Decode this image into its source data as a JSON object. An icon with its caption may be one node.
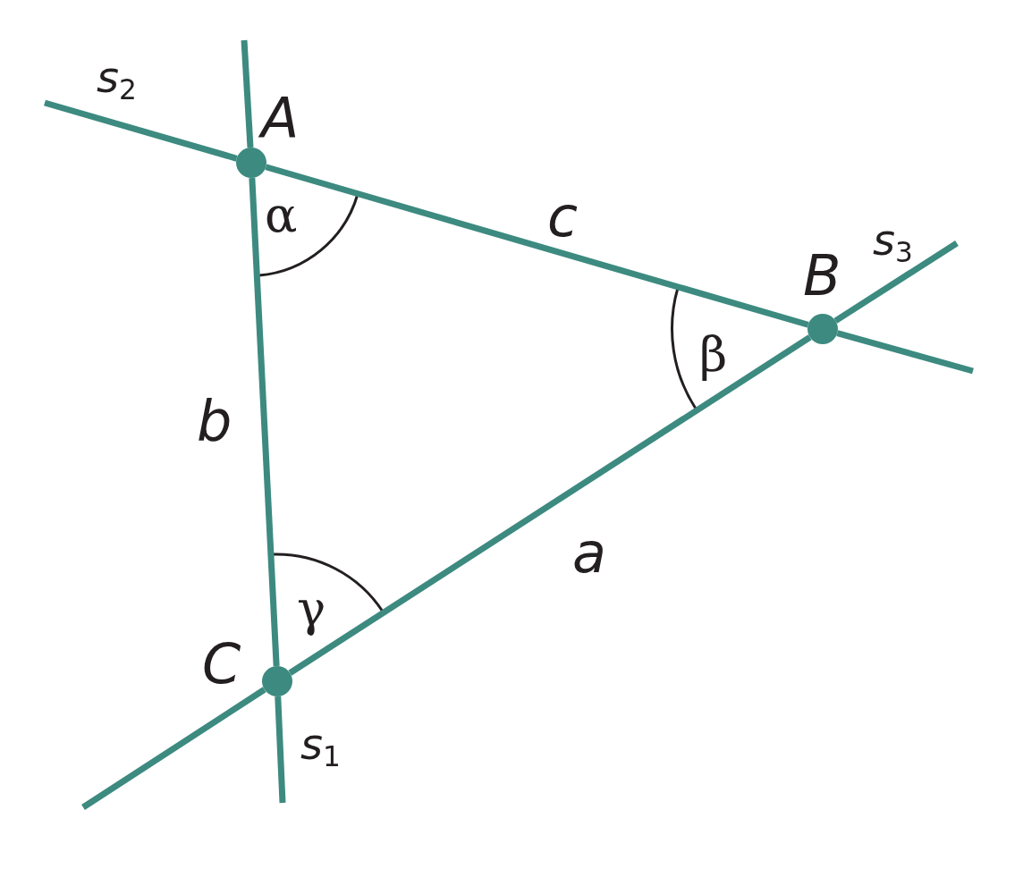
{
  "diagram": {
    "nodes": [
      {
        "text": [],
        "shape": "circle",
        "beside": [
          "A"
        ]
      },
      {
        "text": [],
        "shape": "circle",
        "beside": [
          "B"
        ]
      },
      {
        "text": [],
        "shape": "circle",
        "beside": [
          "C"
        ]
      }
    ],
    "edges": [
      {
        "from": 0,
        "to": 1,
        "arrow": "none",
        "label": "c"
      },
      {
        "from": 0,
        "to": 2,
        "arrow": "none",
        "label": "b"
      },
      {
        "from": 2,
        "to": 1,
        "arrow": "none",
        "label": "a"
      },
      {
        "from": 0,
        "to": null,
        "arrow": "none"
      },
      {
        "from": 2,
        "to": null,
        "arrow": "none"
      },
      {
        "from": 0,
        "to": null,
        "arrow": "none"
      },
      {
        "from": 1,
        "to": null,
        "arrow": "none"
      },
      {
        "from": 2,
        "to": null,
        "arrow": "none"
      },
      {
        "from": 1,
        "to": null,
        "arrow": "none"
      }
    ],
    "labels": [
      "s$_{2}$",
      "α",
      "s$_{3}$",
      "β",
      "γ",
      "s$_{1}$"
    ]
  }
}
